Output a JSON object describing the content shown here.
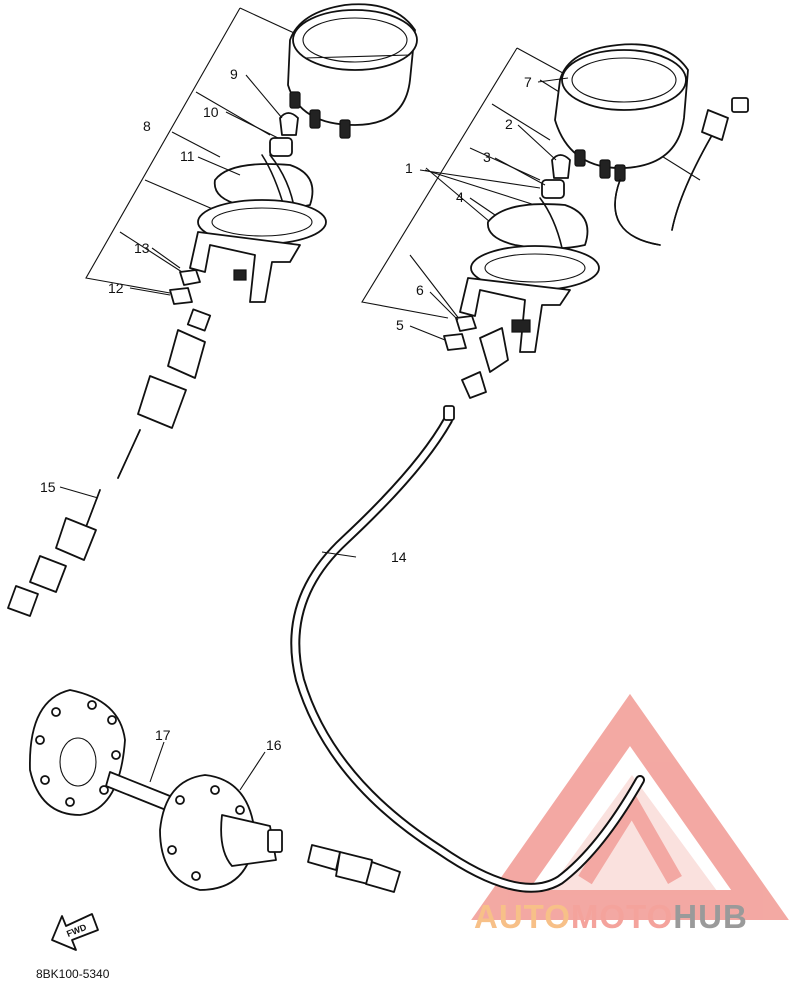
{
  "diagram": {
    "callouts": [
      {
        "id": "1"
      },
      {
        "id": "2"
      },
      {
        "id": "3"
      },
      {
        "id": "4"
      },
      {
        "id": "5"
      },
      {
        "id": "6"
      },
      {
        "id": "7"
      },
      {
        "id": "8"
      },
      {
        "id": "9"
      },
      {
        "id": "10"
      },
      {
        "id": "11"
      },
      {
        "id": "12"
      },
      {
        "id": "13"
      },
      {
        "id": "14"
      },
      {
        "id": "15"
      },
      {
        "id": "16"
      },
      {
        "id": "17"
      }
    ],
    "fwd_label": "FWD",
    "diagram_code": "8BK100-5340"
  },
  "watermark": {
    "part_auto": "AUTO",
    "part_moto": "MOTO",
    "part_hub": "HUB",
    "colors": {
      "auto": "#f7c088",
      "moto": "#f4a39c",
      "hub": "#9a9a9a",
      "logo": "#f19a93"
    }
  }
}
